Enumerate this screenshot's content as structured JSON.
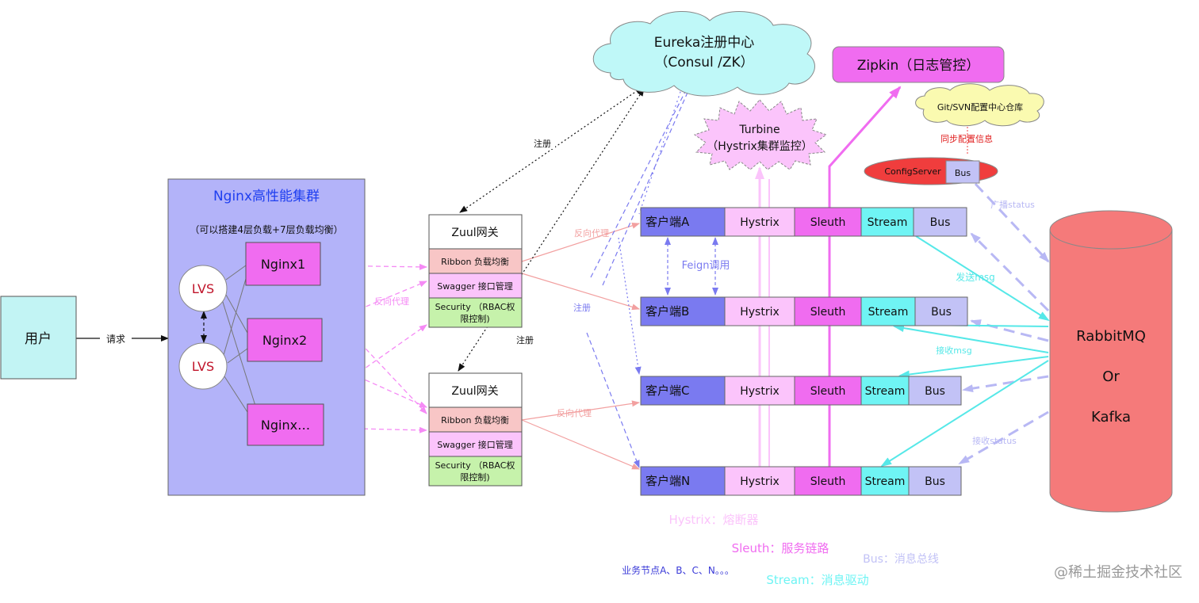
{
  "user": {
    "label": "用户"
  },
  "request_label": "请求",
  "nginx_cluster": {
    "title": "Nginx高性能集群",
    "subtitle": "（可以搭建4层负载+7层负载均衡）",
    "lvs": [
      "LVS",
      "LVS"
    ],
    "nodes": [
      "Nginx1",
      "Nginx2",
      "Nginx…"
    ]
  },
  "reverse_proxy_label": "反向代理",
  "register_label": "注册",
  "zuul_gateways": [
    {
      "title": "Zuul网关",
      "ribbon": "Ribbon 负载均衡",
      "swagger": "Swagger 接口管理",
      "security_1": "Security （RBAC权",
      "security_2": "限控制)"
    },
    {
      "title": "Zuul网关",
      "ribbon": "Ribbon 负载均衡",
      "swagger": "Swagger 接口管理",
      "security_1": "Security （RBAC权",
      "security_2": "限控制)"
    }
  ],
  "eureka": {
    "line1": "Eureka注册中心",
    "line2": "（Consul /ZK）"
  },
  "zipkin": {
    "label": "Zipkin（日志管控）"
  },
  "turbine": {
    "line1": "Turbine",
    "line2": "（Hystrix集群监控）"
  },
  "git_repo": {
    "label": "Git/SVN配置中心仓库"
  },
  "sync_config_label": "同步配置信息",
  "config_server": {
    "label": "ConfigServer",
    "bus": "Bus"
  },
  "broadcast_label": "广播status",
  "send_msg_label": "发送msg",
  "receive_msg_label": "接收msg",
  "receive_status_label": "接收status",
  "feign_label": "Feign调用",
  "clients": [
    {
      "name": "客户端A",
      "hystrix": "Hystrix",
      "sleuth": "Sleuth",
      "stream": "Stream",
      "bus": "Bus"
    },
    {
      "name": "客户端B",
      "hystrix": "Hystrix",
      "sleuth": "Sleuth",
      "stream": "Stream",
      "bus": "Bus"
    },
    {
      "name": "客户端C",
      "hystrix": "Hystrix",
      "sleuth": "Sleuth",
      "stream": "Stream",
      "bus": "Bus"
    },
    {
      "name": "客户端N",
      "hystrix": "Hystrix",
      "sleuth": "Sleuth",
      "stream": "Stream",
      "bus": "Bus"
    }
  ],
  "mq": {
    "line1": "RabbitMQ",
    "line2": "Or",
    "line3": "Kafka"
  },
  "legend": {
    "hystrix": "Hystrix：熔断器",
    "sleuth": "Sleuth：服务链路",
    "bus": "Bus：消息总线",
    "nodes": "业务节点A、B、C、N。。。",
    "stream": "Stream：消息驱动"
  },
  "watermark": "@稀土掘金技术社区",
  "colors": {
    "nginx_bg": "#b3b3f9",
    "nginx_node": "#f06cf0",
    "client_name": "#7a7af0",
    "hystrix": "#fbc4fb",
    "sleuth": "#f06cf0",
    "stream": "#6ff4f4",
    "bus": "#c2c2f6",
    "mq": "#f57a7a",
    "eureka": "#bff8f8",
    "zipkin": "#f06cf0",
    "config_server": "#f03d3d"
  }
}
